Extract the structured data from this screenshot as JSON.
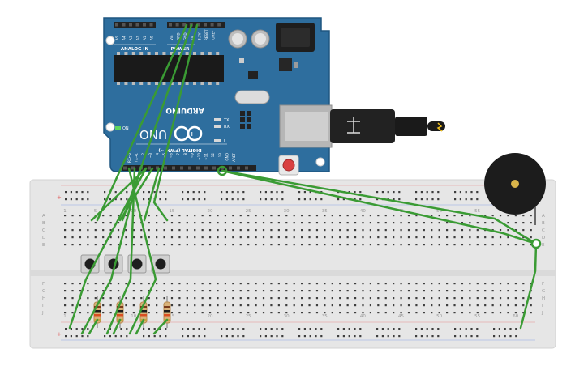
{
  "board": {
    "analog_header_label": "ANALOG IN",
    "analog_pins": [
      "A5",
      "A4",
      "A3",
      "A2",
      "A1",
      "A0"
    ],
    "power_header_label": "POWER",
    "power_pins": [
      "Vin",
      "GND",
      "GND",
      "5V",
      "3.3V",
      "RESET",
      "IOREF"
    ],
    "digital_header_label": "DIGITAL (PWM ~)",
    "digital_pins": [
      "AREF",
      "GND",
      "13",
      "12",
      "~11",
      "~10",
      "~9",
      "8",
      "7",
      "~6",
      "~5",
      "4",
      "~3",
      "2",
      "TX→1",
      "RX←0"
    ],
    "brand": "ARDUINO",
    "model": "UNO",
    "led_on": "ON",
    "led_tx": "TX",
    "led_rx": "RX",
    "led_l": "L",
    "logo_symbols": "− +"
  },
  "breadboard": {
    "top_rows": [
      "A",
      "B",
      "C",
      "D",
      "E"
    ],
    "bottom_rows": [
      "F",
      "G",
      "H",
      "I",
      "J"
    ],
    "column_numbers": [
      "1",
      "5",
      "10",
      "15",
      "20",
      "25",
      "30",
      "35",
      "40",
      "45",
      "50",
      "55",
      "60"
    ]
  },
  "colors": {
    "board": "#2e6e9e",
    "wire": "#3a9b34",
    "breadboard": "#e6e6e6",
    "hole": "#3d3d3d",
    "buzzer": "#1c1c1c"
  }
}
